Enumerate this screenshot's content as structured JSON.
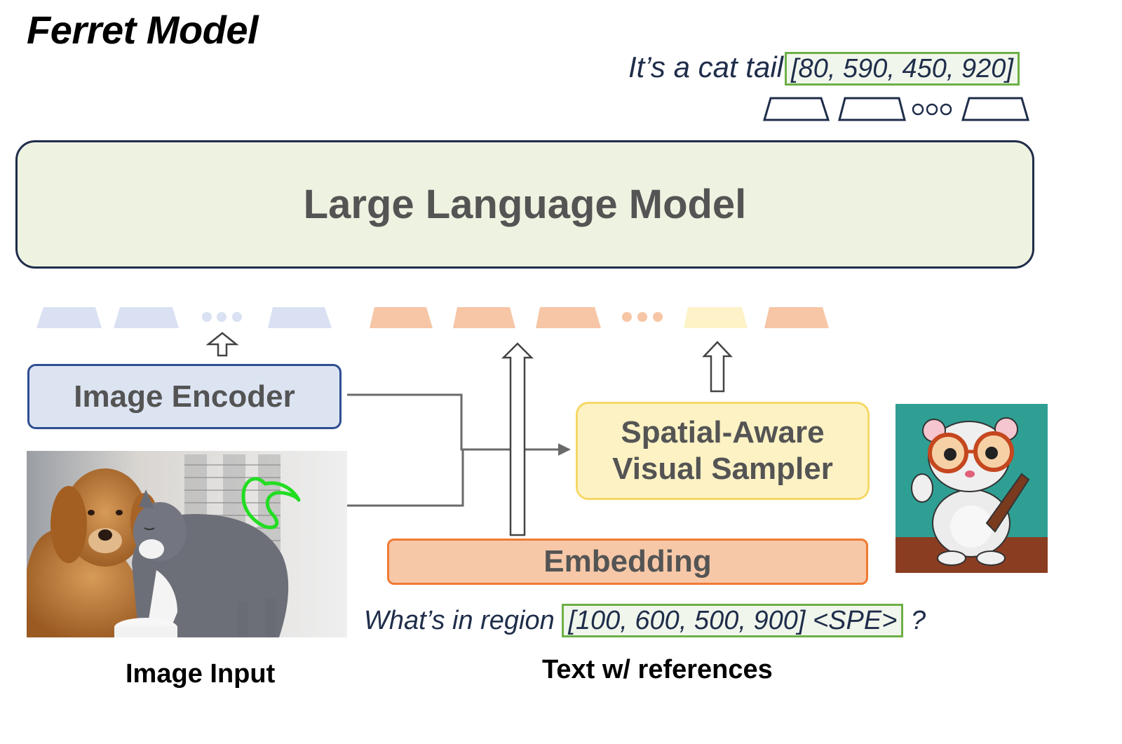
{
  "title": "Ferret Model",
  "output": {
    "text": "It’s a cat tail",
    "coords": "[80, 590, 450, 920]"
  },
  "llm_label": "Large Language Model",
  "encoder_label": "Image Encoder",
  "sampler_label": [
    "Spatial-Aware",
    "Visual Sampler"
  ],
  "embedding_label": "Embedding",
  "question": {
    "text": "What’s in region",
    "ref": "[100, 600, 500, 900] <SPE>",
    "tail": "?"
  },
  "captions": {
    "image": "Image Input",
    "text": "Text w/ references"
  },
  "colors": {
    "llm_fill": "#eef2e0",
    "navy": "#1f2d4a",
    "image_token": "#d9e1f2",
    "text_token": "#f6c6a6",
    "spe_token": "#fdf2c8",
    "ref_border": "#6cb046",
    "scribble": "#22dd22"
  },
  "icons": {
    "input_photo": "dog-and-cat-photo",
    "mascot": "ferret-with-glasses-illustration"
  }
}
